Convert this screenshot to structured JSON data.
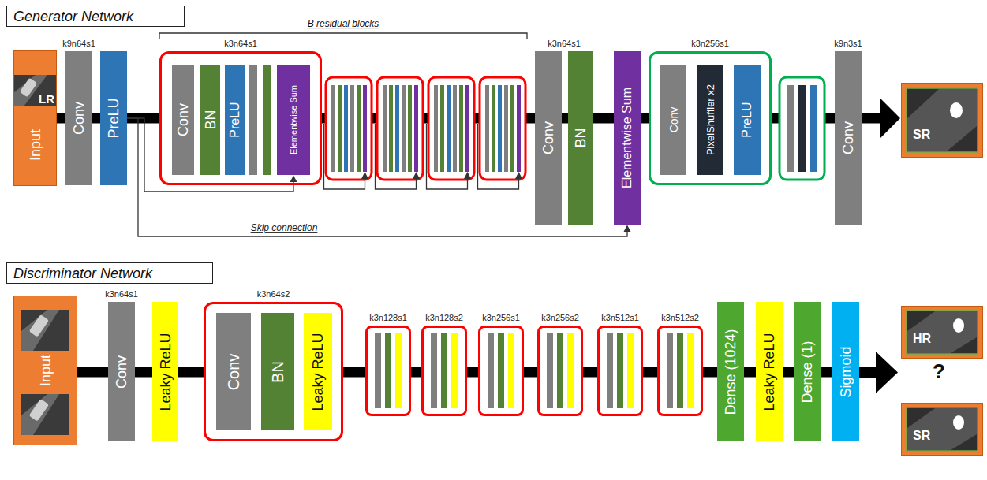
{
  "diagram": {
    "nodes": [
      {
        "text": [
          "Generator Network"
        ]
      },
      {
        "text": [
          "Input",
          "LR"
        ]
      },
      {
        "text": [
          "k9n64s1",
          "Conv"
        ]
      },
      {
        "text": [
          "PreLU"
        ]
      },
      {
        "text": [
          "k3n64s1"
        ]
      },
      {
        "text": [
          "Conv"
        ],
        "in": 4
      },
      {
        "text": [
          "BN"
        ],
        "in": 4
      },
      {
        "text": [
          "PreLU"
        ],
        "in": 4
      },
      {
        "text": [
          "Elementwise Sum"
        ],
        "in": 4
      },
      {
        "text": [
          "k3n64s1",
          "Conv"
        ]
      },
      {
        "text": [
          "BN"
        ]
      },
      {
        "text": [
          "Elementwise Sum"
        ]
      },
      {
        "text": [
          "k3n256s1"
        ]
      },
      {
        "text": [
          "Conv"
        ],
        "in": 12
      },
      {
        "text": [
          "PixelShuffler x2"
        ],
        "in": 12
      },
      {
        "text": [
          "PreLU"
        ],
        "in": 12
      },
      {
        "text": [
          "k9n3s1",
          "Conv"
        ]
      },
      {
        "text": [
          "SR"
        ]
      },
      {
        "text": [
          "Discriminator Network"
        ]
      },
      {
        "text": [
          "Input"
        ]
      },
      {
        "text": [
          "k3n64s1",
          "Conv"
        ]
      },
      {
        "text": [
          "Leaky ReLU"
        ]
      },
      {
        "text": [
          "k3n64s2"
        ]
      },
      {
        "text": [
          "Conv"
        ],
        "in": 22
      },
      {
        "text": [
          "BN"
        ],
        "in": 22
      },
      {
        "text": [
          "Leaky ReLU"
        ],
        "in": 22
      },
      {
        "text": [
          "k3n128s1"
        ]
      },
      {
        "text": [
          "k3n128s2"
        ]
      },
      {
        "text": [
          "k3n256s1"
        ]
      },
      {
        "text": [
          "k3n256s2"
        ]
      },
      {
        "text": [
          "k3n512s1"
        ]
      },
      {
        "text": [
          "k3n512s2"
        ]
      },
      {
        "text": [
          "Dense (1024)"
        ]
      },
      {
        "text": [
          "Leaky ReLU"
        ]
      },
      {
        "text": [
          "Dense (1)"
        ]
      },
      {
        "text": [
          "Sigmoid"
        ]
      },
      {
        "text": [
          "HR"
        ]
      },
      {
        "text": [
          "SR"
        ]
      }
    ],
    "edges": [
      {
        "from": 1,
        "to": 2,
        "arrow": "none"
      },
      {
        "from": 2,
        "to": 3,
        "arrow": "none"
      },
      {
        "from": 3,
        "to": 4,
        "arrow": "none"
      },
      {
        "from": 4,
        "to": 9,
        "arrow": "none"
      },
      {
        "from": 9,
        "to": 10,
        "arrow": "none"
      },
      {
        "from": 10,
        "to": 11,
        "arrow": "none"
      },
      {
        "from": 11,
        "to": 12,
        "arrow": "none"
      },
      {
        "from": 12,
        "to": 16,
        "arrow": "none"
      },
      {
        "from": 16,
        "to": 17,
        "arrow": "to"
      },
      {
        "from": 3,
        "to": 8,
        "arrow": "to"
      },
      {
        "from": 3,
        "to": 11,
        "arrow": "to",
        "label": "Skip connection"
      },
      {
        "from": 19,
        "to": 20,
        "arrow": "none"
      },
      {
        "from": 20,
        "to": 21,
        "arrow": "none"
      },
      {
        "from": 21,
        "to": 22,
        "arrow": "none"
      },
      {
        "from": 22,
        "to": 26,
        "arrow": "none"
      },
      {
        "from": 26,
        "to": 27,
        "arrow": "none"
      },
      {
        "from": 27,
        "to": 28,
        "arrow": "none"
      },
      {
        "from": 28,
        "to": 29,
        "arrow": "none"
      },
      {
        "from": 29,
        "to": 30,
        "arrow": "none"
      },
      {
        "from": 30,
        "to": 31,
        "arrow": "none"
      },
      {
        "from": 31,
        "to": 32,
        "arrow": "none"
      },
      {
        "from": 32,
        "to": 33,
        "arrow": "none"
      },
      {
        "from": 33,
        "to": 34,
        "arrow": "none"
      },
      {
        "from": 34,
        "to": 35,
        "arrow": "none"
      }
    ],
    "labels": [
      "B residual blocks",
      "?"
    ]
  }
}
